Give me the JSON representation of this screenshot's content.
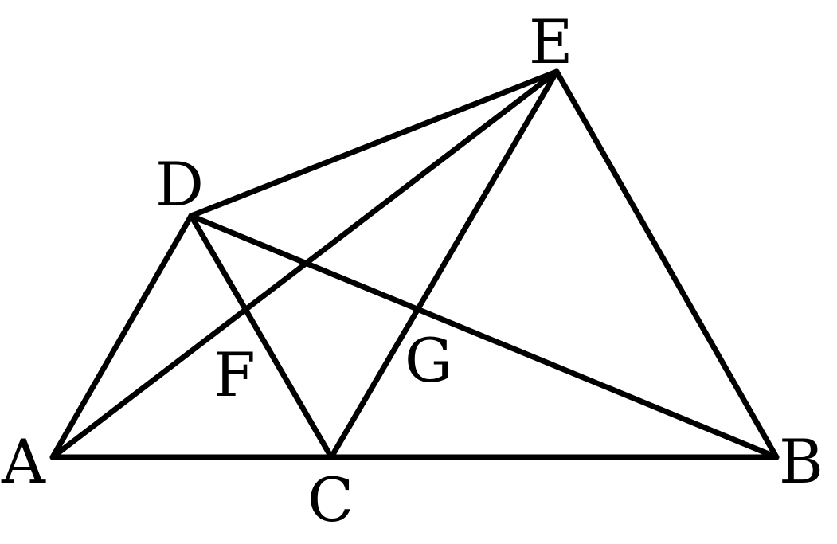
{
  "figure": {
    "points": {
      "A": "A",
      "B": "B",
      "C": "C",
      "D": "D",
      "E": "E",
      "F": "F",
      "G": "G"
    },
    "segments": [
      [
        "A",
        "B"
      ],
      [
        "A",
        "D"
      ],
      [
        "D",
        "C"
      ],
      [
        "C",
        "E"
      ],
      [
        "E",
        "B"
      ],
      [
        "D",
        "E"
      ],
      [
        "A",
        "E"
      ],
      [
        "D",
        "B"
      ]
    ],
    "colors": {
      "stroke": "#000000",
      "background": "#ffffff"
    }
  }
}
